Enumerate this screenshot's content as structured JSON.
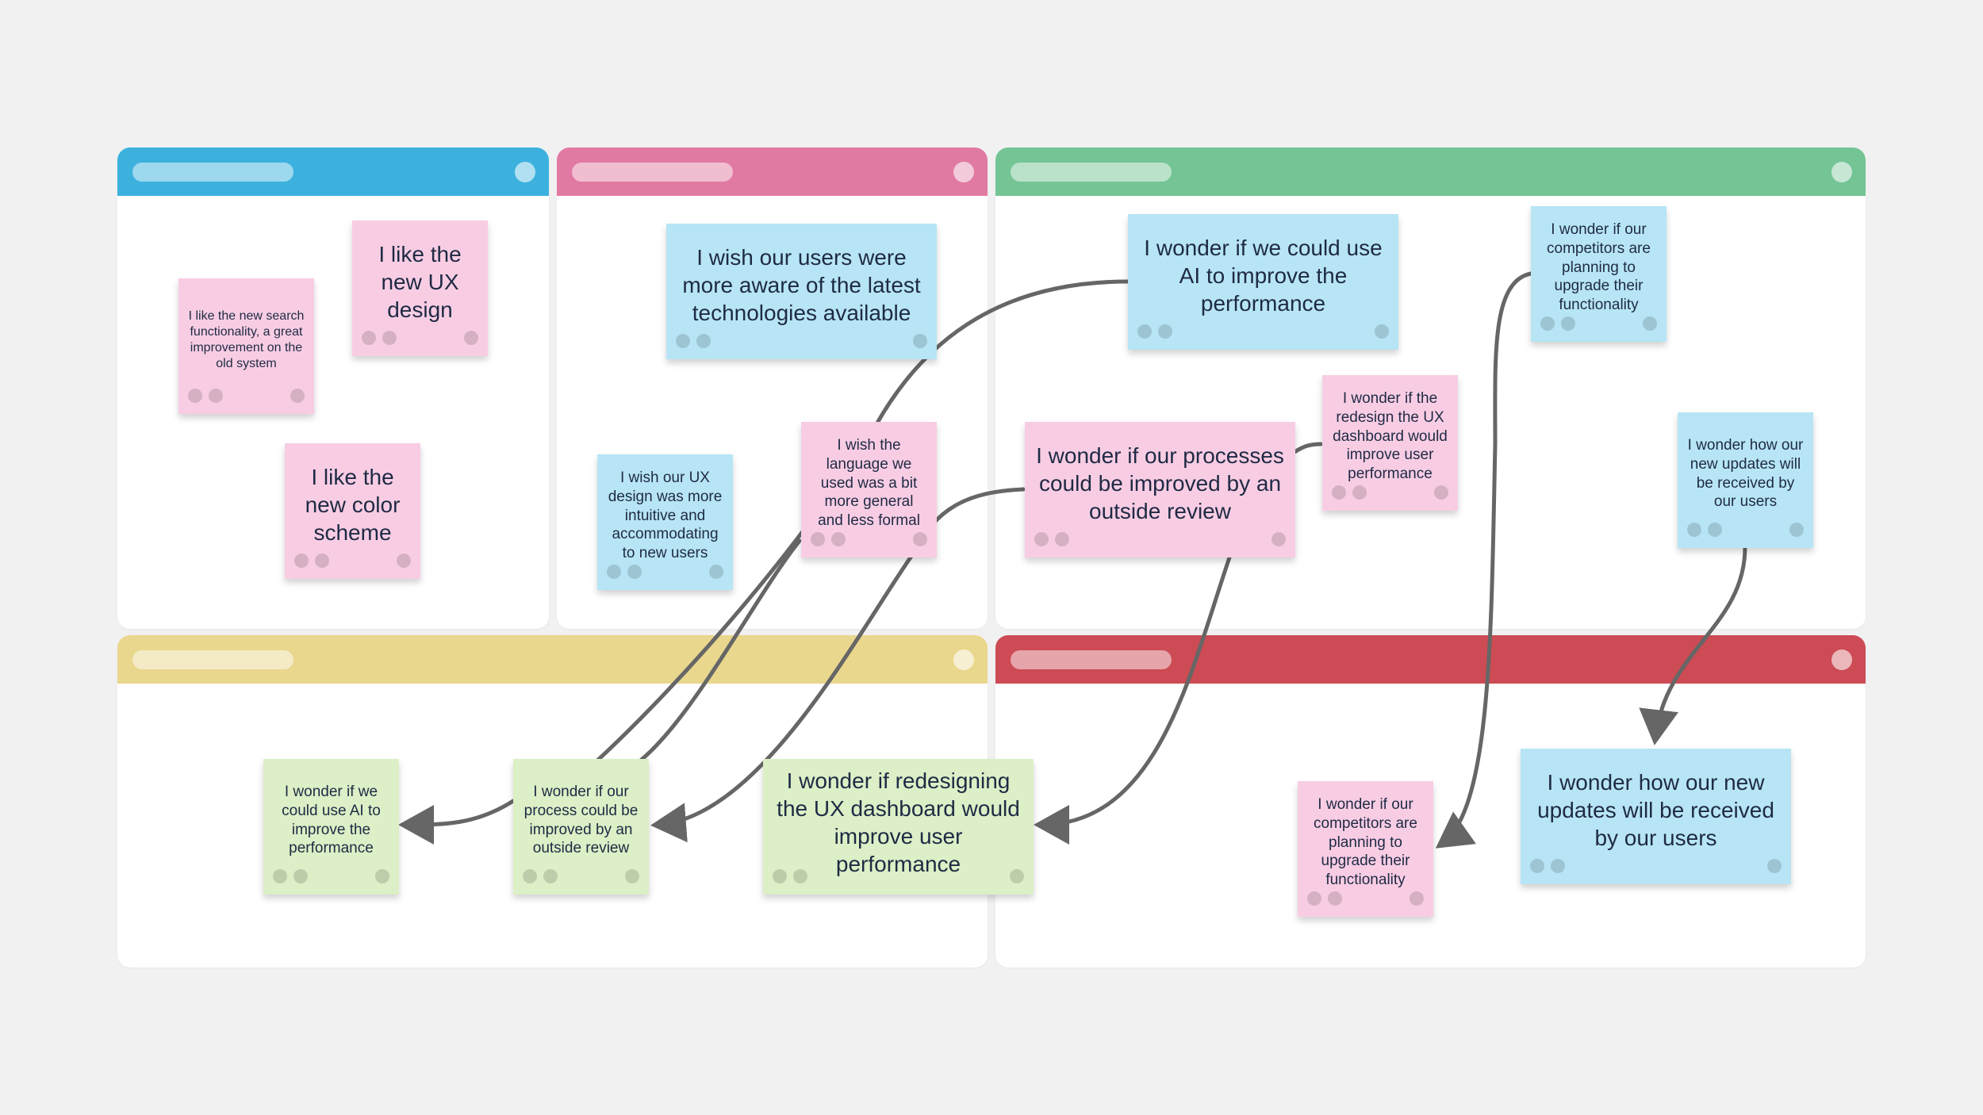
{
  "panels": [
    {
      "id": "p1",
      "color": "#3cb1de"
    },
    {
      "id": "p2",
      "color": "#e17aa3"
    },
    {
      "id": "p3",
      "color": "#74c495"
    },
    {
      "id": "p4",
      "color": "#e9d78d"
    },
    {
      "id": "p5",
      "color": "#cd4b54"
    }
  ],
  "notes": {
    "n1": "I like the new UX design",
    "n2": "I like the new search functionality, a great improvement on the old system",
    "n3": "I like the new color scheme",
    "n4": "I wish our users were more aware of the latest technologies available",
    "n5": "I wish our UX design was more intuitive and accommodating to new users",
    "n6": "I wish the language we used was a bit more general and less formal",
    "n7": "I wonder if we could use AI to improve the performance",
    "n8": "I wonder if our competitors are planning to upgrade their functionality",
    "n9": "I wonder if the redesign the UX dashboard would improve user performance",
    "n10": "I wonder if our processes could be improved by an outside review",
    "n11": "I wonder how our new updates will be received by our users",
    "n12": "I wonder if we could use AI to improve the performance",
    "n13": "I wonder if our process could be improved by an outside review",
    "n14": "I wonder if redesigning the UX dashboard would improve user performance",
    "n15": "I wonder if our competitors are planning to upgrade their functionality",
    "n16": "I wonder how our new updates will be received by our users"
  },
  "colors": {
    "pink_note": "#f8cde4",
    "blue_note": "#b7e5f5",
    "green_note": "#dcefc6",
    "connector": "#666666",
    "background": "#f1f1f2"
  }
}
